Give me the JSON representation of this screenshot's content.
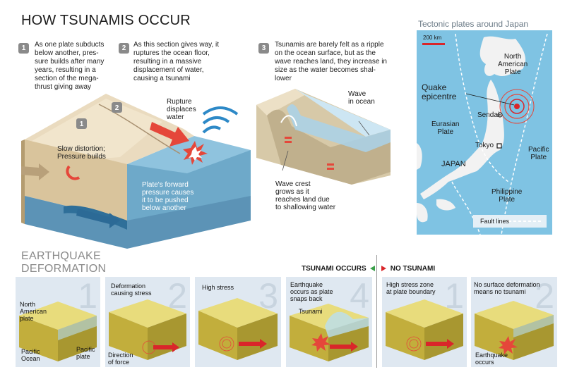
{
  "title": "HOW TSUNAMIS OCCUR",
  "steps": [
    {
      "num": "1",
      "text": [
        "As one plate subducts",
        "below another, pres-",
        "sure builds after many",
        "years, resulting in a",
        "section of the mega-",
        "thrust giving away"
      ]
    },
    {
      "num": "2",
      "text": [
        "As this section gives way, it",
        "ruptures the ocean floor,",
        "resulting in a massive",
        "displacement of water,",
        "causing a tsunami"
      ]
    },
    {
      "num": "3",
      "text": [
        "Tsunamis are barely felt as a ripple",
        "on the ocean surface, but as the",
        "wave reaches land, they increase in",
        "size as the water becomes shal-",
        "lower"
      ]
    }
  ],
  "main_diagram": {
    "badge1": "1",
    "badge2": "2",
    "rupture": [
      "Rupture",
      "displaces",
      "water"
    ],
    "slow": [
      "Slow distortion;",
      "Pressure builds"
    ],
    "forward": [
      "Plate's forward",
      "pressure causes",
      "it to be pushed",
      "below another"
    ]
  },
  "wave_diagram": {
    "wave_ocean": [
      "Wave",
      "in ocean"
    ],
    "crest": [
      "Wave crest",
      "grows as it",
      "reaches land due",
      "to shallowing water"
    ]
  },
  "map": {
    "title": "Tectonic plates around Japan",
    "scale": "200 km",
    "na_plate": [
      "North",
      "American",
      "Plate"
    ],
    "epicentre": [
      "Quake",
      "epicentre"
    ],
    "sendai": "Sendai",
    "eurasian": [
      "Eurasian",
      "Plate"
    ],
    "tokyo": "Tokyo",
    "pacific": [
      "Pacific",
      "Plate"
    ],
    "japan": "JAPAN",
    "philippine": [
      "Philippine",
      "Plate"
    ],
    "fault_legend": "Fault lines"
  },
  "deformation": {
    "title": [
      "EARTHQUAKE",
      "DEFORMATION"
    ],
    "tsunami_occurs": "TSUNAMI OCCURS",
    "no_tsunami": "NO TSUNAMI",
    "panels": [
      {
        "num": "1",
        "labels": {
          "a": [
            "North",
            "American",
            "plate"
          ],
          "b": [
            "Pacific",
            "Ocean"
          ],
          "c": [
            "Pacific",
            "plate"
          ]
        }
      },
      {
        "num": "2",
        "labels": {
          "a": [
            "Deformation",
            "causing stress"
          ],
          "b": [
            "Direction",
            "of force"
          ]
        }
      },
      {
        "num": "3",
        "labels": {
          "a": [
            "High stress"
          ]
        }
      },
      {
        "num": "4",
        "labels": {
          "a": [
            "Earthquake",
            "occurs as plate",
            "snaps back"
          ],
          "b": [
            "Tsunami"
          ]
        }
      },
      {
        "num": "1",
        "labels": {
          "a": [
            "High stress zone",
            "at plate boundary"
          ]
        }
      },
      {
        "num": "2",
        "labels": {
          "a": [
            "No surface deformation",
            "means no tsunami"
          ],
          "b": [
            "Earthquake",
            "occurs"
          ]
        }
      }
    ]
  },
  "colors": {
    "ocean": "#7fc3e3",
    "land": "#f2f2f2",
    "sand": "#e6d6b8",
    "gold": "#c9b24a",
    "arrow_red": "#e5473a",
    "plate_blue": "#3f7fa8",
    "green_arrow": "#3aa04a"
  }
}
